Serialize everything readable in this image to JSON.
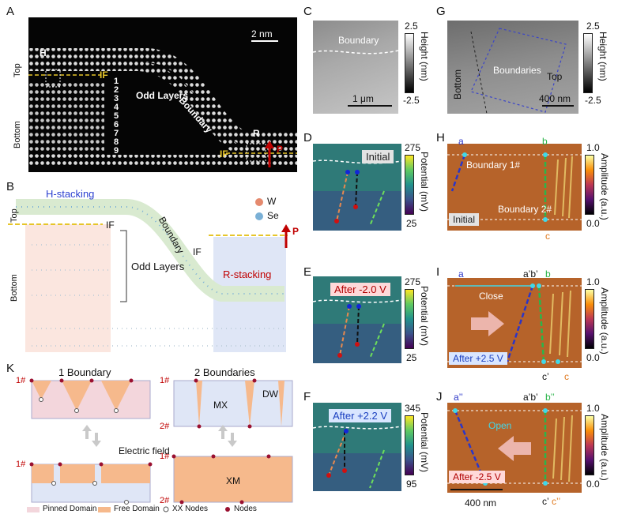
{
  "panel_labels": {
    "A": "A",
    "B": "B",
    "C": "C",
    "D": "D",
    "E": "E",
    "F": "F",
    "G": "G",
    "H": "H",
    "I": "I",
    "J": "J",
    "K": "K"
  },
  "panelA": {
    "scale": "2 nm",
    "h": "H",
    "r": "R",
    "top": "Top",
    "bottom": "Bottom",
    "if_left": "IF",
    "if_right": "IF",
    "odd_layers": "Odd Layers",
    "boundary": "Boundary",
    "p": "P",
    "layers": [
      "1",
      "2",
      "3",
      "4",
      "5",
      "6",
      "7",
      "8",
      "9"
    ]
  },
  "panelB": {
    "h_stacking": "H-stacking",
    "r_stacking": "R-stacking",
    "w": "W",
    "se": "Se",
    "top": "Top",
    "bottom": "Bottom",
    "if_left": "IF",
    "if_right": "IF",
    "boundary": "Boundary",
    "odd_layers": "Odd Layers",
    "p": "P"
  },
  "panelC": {
    "boundary": "Boundary",
    "scale": "1 μm",
    "cb_max": "2.5",
    "cb_min": "-2.5",
    "cb_title": "Height (nm)"
  },
  "panelG": {
    "boundaries": "Boundaries",
    "top": "Top",
    "bottom": "Bottom",
    "scale": "400 nm",
    "cb_max": "2.5",
    "cb_min": "-2.5",
    "cb_title": "Height (nm)"
  },
  "panelD": {
    "tag": "Initial",
    "cb_max": "275",
    "cb_min": "25",
    "cb_title": "Potential (mV)"
  },
  "panelE": {
    "tag": "After -2.0 V",
    "cb_max": "275",
    "cb_min": "25",
    "cb_title": "Potential (mV)"
  },
  "panelF": {
    "tag": "After +2.2 V",
    "cb_max": "345",
    "cb_min": "95",
    "cb_title": "Potential (mV)"
  },
  "panelH": {
    "a": "a",
    "b": "b",
    "c": "c",
    "boundary1": "Boundary 1#",
    "boundary2": "Boundary 2#",
    "tag": "Initial",
    "cb_max": "1.0",
    "cb_min": "0.0",
    "cb_title": "Amplitude (a.u.)"
  },
  "panelI": {
    "a": "a",
    "ab": "a’b’",
    "b": "b",
    "c_prime": "c’",
    "c": "c",
    "close": "Close",
    "tag": "After +2.5 V",
    "cb_max": "1.0",
    "cb_min": "0.0",
    "cb_title": "Amplitude (a.u.)"
  },
  "panelJ": {
    "a2": "a’’",
    "ab": "a’b’",
    "b2": "b’’",
    "c_prime": "c’",
    "c2": "c’’",
    "open": "Open",
    "tag": "After -2.5 V",
    "scale": "400 nm",
    "cb_max": "1.0",
    "cb_min": "0.0",
    "cb_title": "Amplitude (a.u.)"
  },
  "panelK": {
    "title1": "1 Boundary",
    "title2": "2 Boundaries",
    "n1": "1#",
    "n2": "2#",
    "mx": "MX",
    "dw": "DW",
    "xm": "XM",
    "efield": "Electric field",
    "legend": [
      "Pinned Domain",
      "Free Domain",
      "XX Nodes",
      "Nodes"
    ]
  },
  "colors": {
    "if_line": "#e6c52a",
    "boundary_dash": "#ffffff",
    "red_arrow": "#c00000",
    "h_stacking": "#2b3fd0",
    "r_stacking": "#c00000",
    "pinned": "#f3d6dc",
    "free": "#f6b98c",
    "node": "#9a1030"
  }
}
